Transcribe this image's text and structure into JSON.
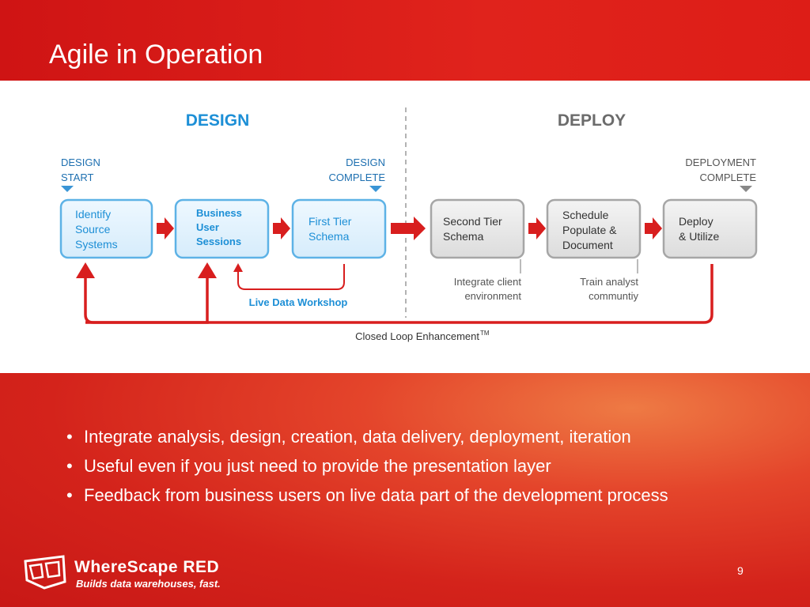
{
  "slide": {
    "title": "Agile in Operation",
    "page_number": "9"
  },
  "diagram": {
    "phase_design": "DESIGN",
    "phase_deploy": "DEPLOY",
    "design_start": [
      "DESIGN",
      "START"
    ],
    "design_complete": [
      "DESIGN",
      "COMPLETE"
    ],
    "deployment_complete": [
      "DEPLOYMENT",
      "COMPLETE"
    ],
    "boxes": [
      {
        "lines": [
          "Identify",
          "Source",
          "Systems"
        ]
      },
      {
        "lines": [
          "Business",
          "User",
          "Sessions"
        ]
      },
      {
        "lines": [
          "First Tier",
          "Schema"
        ]
      },
      {
        "lines": [
          "Second Tier",
          "Schema"
        ]
      },
      {
        "lines": [
          "Schedule",
          "Populate &",
          "Document"
        ]
      },
      {
        "lines": [
          "Deploy",
          "& Utilize"
        ]
      }
    ],
    "live_data_workshop": "Live Data Workshop",
    "integrate_client": [
      "Integrate client",
      "environment"
    ],
    "train_analyst": [
      "Train analyst",
      "communtiy"
    ],
    "closed_loop": "Closed Loop Enhancement",
    "closed_loop_tm": "TM"
  },
  "bullets": [
    "Integrate analysis, design, creation, data delivery, deployment, iteration",
    "Useful even if you just need to provide the presentation layer",
    "Feedback from business users on live data part of the development process"
  ],
  "logo": {
    "name": "WhereScape RED",
    "tagline": "Builds data warehouses, fast."
  },
  "colors": {
    "header_red": "#d81e1e",
    "design_blue": "#1d8fd6",
    "deploy_gray": "#6b6b6b",
    "arrow_red": "#d81e1e"
  }
}
